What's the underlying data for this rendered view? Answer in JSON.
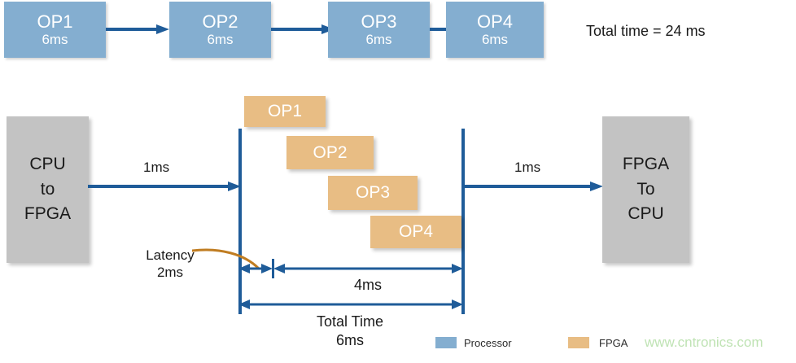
{
  "diagram": {
    "title_note": "Total time = 24 ms",
    "colors": {
      "processor_blue": "#84aed0",
      "fpga_tan": "#e8bd84",
      "gray_block": "#c3c3c3",
      "arrow_blue": "#1f5c99",
      "leader_orange": "#c07d22",
      "watermark_green": "#bfe3b4"
    },
    "sequential_row": {
      "blocks": [
        {
          "name": "OP1",
          "time": "6ms"
        },
        {
          "name": "OP2",
          "time": "6ms"
        },
        {
          "name": "OP3",
          "time": "6ms"
        },
        {
          "name": "OP4",
          "time": "6ms"
        }
      ],
      "total_label": "Total time = 24 ms"
    },
    "pipeline_row": {
      "left_block_lines": {
        "l1": "CPU",
        "l2": "to",
        "l3": "FPGA"
      },
      "right_block_lines": {
        "l1": "FPGA",
        "l2": "To",
        "l3": "CPU"
      },
      "transfer_in_label": "1ms",
      "transfer_out_label": "1ms",
      "stair_blocks": [
        {
          "name": "OP1"
        },
        {
          "name": "OP2"
        },
        {
          "name": "OP3"
        },
        {
          "name": "OP4"
        }
      ],
      "latency_label_line1": "Latency",
      "latency_label_line2": "2ms",
      "span_label": "4ms",
      "total_label_line1": "Total Time",
      "total_label_line2": "6ms"
    },
    "legend": {
      "items": [
        {
          "label": "Processor",
          "color": "#84aed0"
        },
        {
          "label": "FPGA",
          "color": "#e8bd84"
        }
      ]
    },
    "watermark": "www.cntronics.com"
  }
}
